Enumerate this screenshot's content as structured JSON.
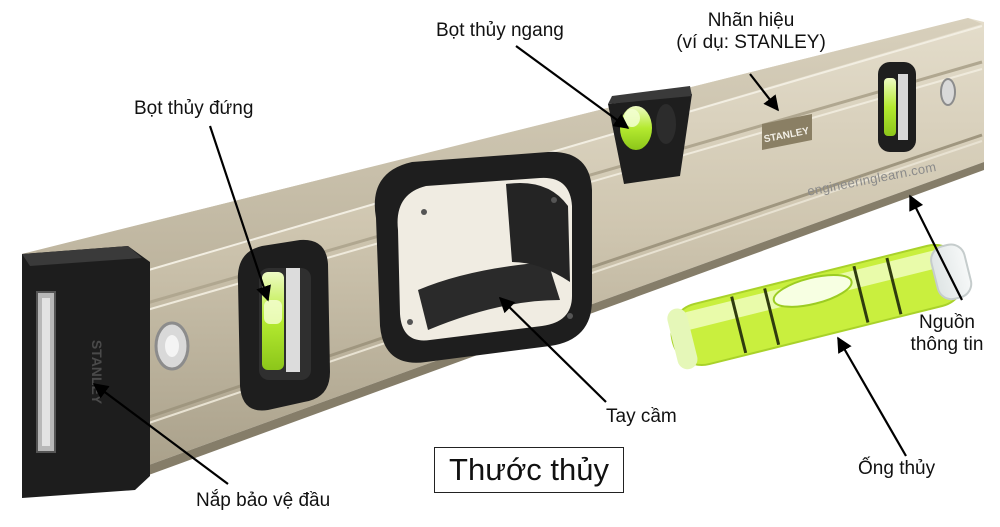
{
  "labels": {
    "horizontal_vial": "Bọt thủy ngang",
    "brand_line1": "Nhãn hiệu",
    "brand_line2": "(ví dụ: STANLEY)",
    "vertical_vial": "Bọt thủy đứng",
    "source_line1": "Nguồn",
    "source_line2": "thông tin",
    "handle": "Tay cầm",
    "vial_tube": "Ống thủy",
    "end_cap": "Nắp bảo vệ đầu"
  },
  "title": "Thước thủy",
  "brand_plate_text": "STANLEY",
  "end_cap_text": "STANLEY",
  "watermark": "engineeringlearn.com",
  "colors": {
    "body": "#c8bfa9",
    "body_light": "#ddd6c4",
    "body_dark": "#a59c86",
    "rubber": "#1c1c1c",
    "vial_green": "#b8ec3a",
    "vial_light": "#e7f9b0"
  }
}
